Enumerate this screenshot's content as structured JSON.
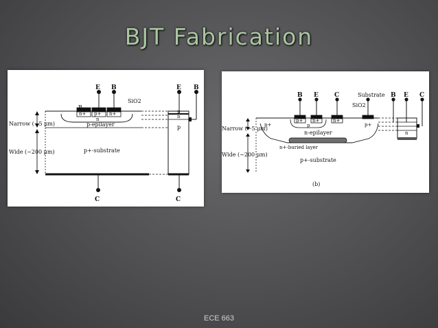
{
  "slide": {
    "title": "BJT Fabrication",
    "footer": "ECE 663"
  },
  "figure_a": {
    "terminals": {
      "emitter": "E",
      "base": "B",
      "collector": "C"
    },
    "base_label": "B",
    "oxide": "SiO2",
    "contacts": [
      "n+",
      "p+",
      "n+"
    ],
    "n_label": "n",
    "narrow": "Narrow (~5 μm)",
    "epilayer": "p-epilayer",
    "wide": "Wide (~200 μm)",
    "substrate": "p+-substrate",
    "column_p": "p",
    "column_n": "n"
  },
  "figure_b": {
    "terminals": {
      "base": "B",
      "emitter": "E",
      "collector": "C",
      "substrate": "Substrate"
    },
    "oxide": "SiO2",
    "contacts": [
      "p+",
      "n+",
      "n+"
    ],
    "p_region": "p",
    "pplus_left": "p+",
    "pplus_right": "p+",
    "narrow": "Narrow (~5 μm)",
    "epilayer": "n-epilayer",
    "buried": "n+-buried layer",
    "wide": "Wide (~200 μm)",
    "substrate": "p+-substrate",
    "caption": "(b)",
    "column_n": "n"
  }
}
